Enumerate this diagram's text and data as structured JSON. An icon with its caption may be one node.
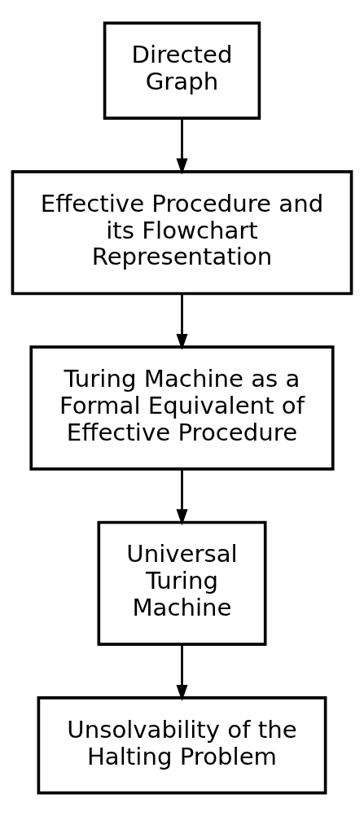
{
  "diagram": {
    "nodes": [
      {
        "text": [
          "Directed Graph"
        ]
      },
      {
        "text": [
          "Effective Procedure and its Flowchart Representation"
        ]
      },
      {
        "text": [
          "Turing Machine as a Formal Equivalent of Effective Procedure"
        ]
      },
      {
        "text": [
          "Universal Turing Machine"
        ]
      },
      {
        "text": [
          "Unsolvability of the Halting Problem"
        ]
      }
    ],
    "edges": [
      {
        "from": 0,
        "to": 1,
        "arrow": "to"
      },
      {
        "from": 1,
        "to": 2,
        "arrow": "to"
      },
      {
        "from": 2,
        "to": 3,
        "arrow": "to"
      },
      {
        "from": 3,
        "to": 4,
        "arrow": "to"
      }
    ]
  }
}
